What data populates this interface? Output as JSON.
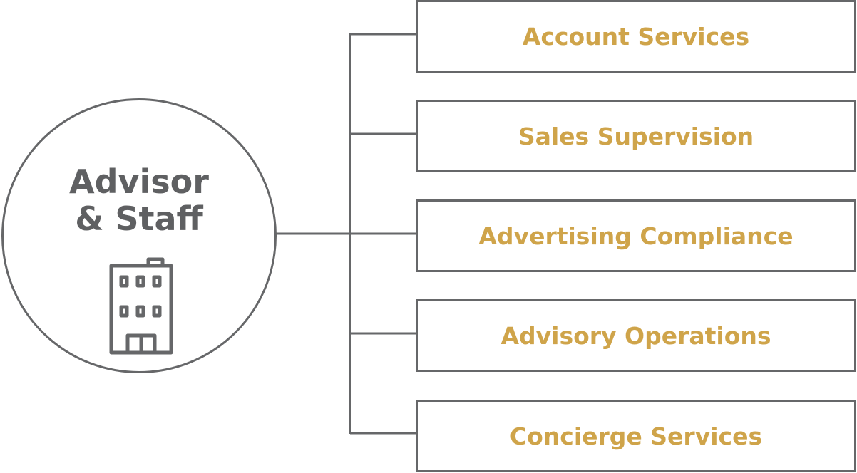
{
  "hub": {
    "title_line1": "Advisor",
    "title_line2": "& Staff",
    "icon": "building-icon"
  },
  "services": [
    {
      "label": "Account Services"
    },
    {
      "label": "Sales Supervision"
    },
    {
      "label": "Advertising Compliance"
    },
    {
      "label": "Advisory Operations"
    },
    {
      "label": "Concierge Services"
    }
  ],
  "colors": {
    "line": "#666769",
    "hub_text": "#5f6062",
    "accent": "#cfa44a"
  }
}
